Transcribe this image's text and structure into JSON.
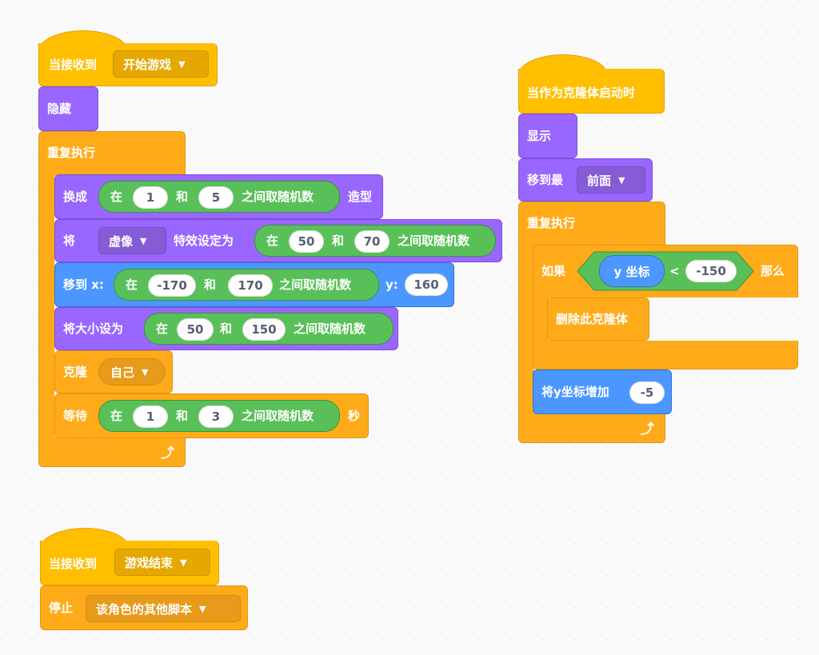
{
  "script1": {
    "hat_label": "当接收到",
    "hat_menu": "开始游戏",
    "hide": "隐藏",
    "forever": "重复执行",
    "costume": {
      "prefix": "换成",
      "rand_in": "在",
      "from": "1",
      "and": "和",
      "to": "5",
      "rand_suffix": "之间取随机数",
      "suffix": "造型"
    },
    "effect": {
      "prefix": "将",
      "menu": "虚像",
      "middle": "特效设定为",
      "rand_in": "在",
      "from": "50",
      "and": "和",
      "to": "70",
      "rand_suffix": "之间取随机数"
    },
    "goto": {
      "prefix": "移到 x:",
      "rand_in": "在",
      "from": "-170",
      "and": "和",
      "to": "170",
      "rand_suffix": "之间取随机数",
      "y_label": "y:",
      "y_value": "160"
    },
    "size": {
      "prefix": "将大小设为",
      "rand_in": "在",
      "from": "50",
      "and": "和",
      "to": "150",
      "rand_suffix": "之间取随机数"
    },
    "clone": {
      "prefix": "克隆",
      "menu": "自己"
    },
    "wait": {
      "prefix": "等待",
      "rand_in": "在",
      "from": "1",
      "and": "和",
      "to": "3",
      "rand_suffix": "之间取随机数",
      "suffix": "秒"
    }
  },
  "script2": {
    "hat_label": "当作为克隆体启动时",
    "show": "显示",
    "layer": {
      "prefix": "移到最",
      "menu": "前面"
    },
    "forever": "重复执行",
    "if": {
      "prefix": "如果",
      "reporter": "y 坐标",
      "op": "<",
      "value": "-150",
      "then": "那么"
    },
    "delete": "删除此克隆体",
    "change_y": {
      "label": "将y坐标增加",
      "value": "-5"
    }
  },
  "script3": {
    "hat_label": "当接收到",
    "hat_menu": "游戏结束",
    "stop": {
      "prefix": "停止",
      "menu": "该角色的其他脚本"
    }
  },
  "colors": {
    "events": "#ffbf00",
    "looks": "#9966ff",
    "motion": "#4c97ff",
    "operators": "#59c059",
    "control": "#ffab19"
  }
}
